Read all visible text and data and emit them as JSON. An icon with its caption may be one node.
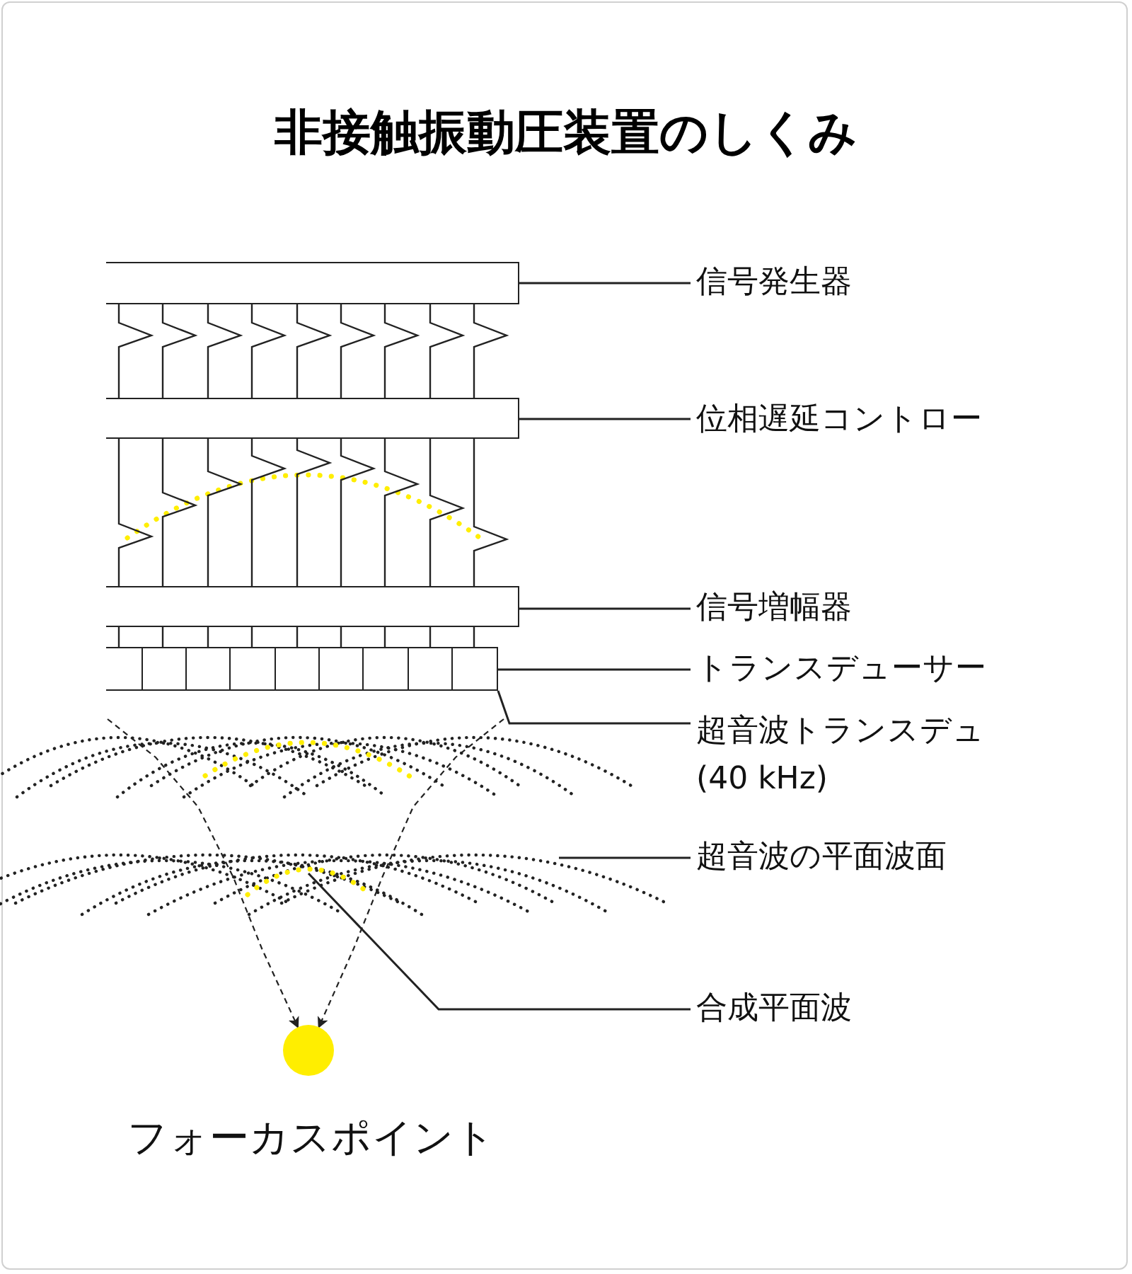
{
  "diagram": {
    "title": "非接触振動圧装置のしくみ",
    "nodes": [
      {
        "text": [],
        "shape": "box"
      },
      {
        "text": [
          "信号発生器"
        ]
      },
      {
        "text": [],
        "shape": "box"
      },
      {
        "text": [
          "位相遅延コントロー"
        ]
      },
      {
        "text": [],
        "shape": "box"
      },
      {
        "text": [
          "信号増幅器"
        ]
      },
      {
        "text": [],
        "shape": "box"
      },
      {
        "text": [
          "トランスデューサー"
        ]
      },
      {
        "text": [
          "超音波トランスデュ (40 kHz)"
        ]
      },
      {
        "text": [
          "超音波の平面波面"
        ]
      },
      {
        "text": [
          "合成平面波"
        ]
      },
      {
        "text": [],
        "shape": "circle",
        "beside": [
          "フォーカスポイント"
        ]
      }
    ],
    "edges": [
      {
        "from": 1,
        "to": 0,
        "arrow": "none"
      },
      {
        "from": 3,
        "to": 2,
        "arrow": "none"
      },
      {
        "from": 5,
        "to": 4,
        "arrow": "none"
      },
      {
        "from": 7,
        "to": 6,
        "arrow": "none"
      },
      {
        "from": 8,
        "to": 6,
        "arrow": "none"
      },
      {
        "from": 9,
        "to": null,
        "arrow": "none"
      },
      {
        "from": 10,
        "to": null,
        "arrow": "none"
      },
      {
        "from": null,
        "to": 11,
        "arrow": "to",
        "style": "dashed"
      },
      {
        "from": null,
        "to": 11,
        "arrow": "to",
        "style": "dashed"
      },
      {
        "from": 0,
        "to": 2,
        "arrow": "none"
      },
      {
        "from": 0,
        "to": 2,
        "arrow": "none"
      },
      {
        "from": 0,
        "to": 2,
        "arrow": "none"
      },
      {
        "from": 0,
        "to": 2,
        "arrow": "none"
      },
      {
        "from": 0,
        "to": 2,
        "arrow": "none"
      },
      {
        "from": 0,
        "to": 2,
        "arrow": "none"
      },
      {
        "from": 0,
        "to": 2,
        "arrow": "none"
      },
      {
        "from": 0,
        "to": 2,
        "arrow": "none"
      },
      {
        "from": 0,
        "to": 2,
        "arrow": "none"
      },
      {
        "from": 2,
        "to": 4,
        "arrow": "none"
      },
      {
        "from": 2,
        "to": 4,
        "arrow": "none"
      },
      {
        "from": 2,
        "to": 4,
        "arrow": "none"
      },
      {
        "from": 2,
        "to": 4,
        "arrow": "none"
      },
      {
        "from": 2,
        "to": 4,
        "arrow": "none"
      },
      {
        "from": 2,
        "to": 4,
        "arrow": "none"
      },
      {
        "from": 2,
        "to": 4,
        "arrow": "none"
      },
      {
        "from": 2,
        "to": 4,
        "arrow": "none"
      },
      {
        "from": 2,
        "to": 4,
        "arrow": "none"
      },
      {
        "from": 4,
        "to": 6,
        "arrow": "none"
      },
      {
        "from": 4,
        "to": 6,
        "arrow": "none"
      },
      {
        "from": 4,
        "to": 6,
        "arrow": "none"
      },
      {
        "from": 4,
        "to": 6,
        "arrow": "none"
      },
      {
        "from": 4,
        "to": 6,
        "arrow": "none"
      },
      {
        "from": 4,
        "to": 6,
        "arrow": "none"
      },
      {
        "from": 4,
        "to": 6,
        "arrow": "none"
      },
      {
        "from": 4,
        "to": 6,
        "arrow": "none"
      },
      {
        "from": 4,
        "to": 6,
        "arrow": "none"
      }
    ]
  }
}
